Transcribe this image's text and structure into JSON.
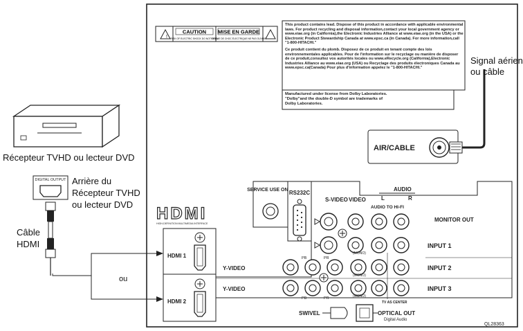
{
  "labels": {
    "signal_line1": "Signal aérien",
    "signal_line2": "ou câble",
    "receiver": "Récepteur TVHD ou lecteur DVD",
    "back_line1": "Arrière du",
    "back_line2": "Récepteur TVHD",
    "back_line3": "ou lecteur DVD",
    "cable_line1": "Câble",
    "cable_line2": "HDMI",
    "ou": "ou"
  },
  "panel": {
    "caution": "CAUTION",
    "caution_sub": "RISK OF ELECTRIC SHOCK DO NOT OPEN",
    "mise": "MISE EN GARDE",
    "mise_sub": "RISQUE DE CHOC ÉLECTRIQUE NE PAS OUVRIR",
    "lead_en": "This product contains lead. Dispose of this product in accordance with applicable environmental laws. For product recycling and disposal information,contact your local government agency or www.eiae.org (in California),the Electronic Industries Alliance at www.eiae.org (in the USA) or the Electronic Product Stewardship Canada at www.epsc.ca (in Canada). For more information,call \"1-800-HITACHI.\"",
    "lead_fr": "Ce produit contient du plomb. Disposez de ce produit en tenant compte des lois environnementales applicables. Pour de l'information sur le recyclage ou manière de disposer de ce produit,consultez vos autorités locales ou www.eRecycle.org (California),Electronic Industries Alliance au www.eiae.org (USA) ou Recyclage des produits électroniques Canada au www.epsc.ca(Canada) Pour plus d'information appelez le \"1-800-HITACHI.\"",
    "dolby": "Manufactured under license from Dolby Laboratories. \"Dolby\"and the double-D symbol are trademarks of Dolby Laboratories.",
    "air_cable": "AIR/CABLE",
    "service": "SERVICE USE ONLY",
    "rs232c": "RS232C",
    "svideo": "S-VIDEO",
    "video": "VIDEO",
    "audio": "AUDIO",
    "l": "L",
    "r": "R",
    "audio_to_hifi": "AUDIO TO HI-FI",
    "monitor_out": "MONITOR OUT",
    "input1": "INPUT 1",
    "input2": "INPUT 2",
    "input3": "INPUT 3",
    "yvideo": "Y-VIDEO",
    "pb": "PB",
    "pr": "PR",
    "mono": "(MONO)",
    "tv_center": "TV AS CENTER",
    "hdmi_logo": "HDMI",
    "hdmi_sub": "HIGH-DEFINITION MULTIMEDIA INTERFACE",
    "hdmi1": "HDMI 1",
    "hdmi2": "HDMI 2",
    "digital_output": "DIGITAL OUTPUT",
    "swivel": "SWIVEL",
    "optical_out": "OPTICAL OUT",
    "digital_audio": "Digital Audio",
    "code": "QL28363"
  }
}
